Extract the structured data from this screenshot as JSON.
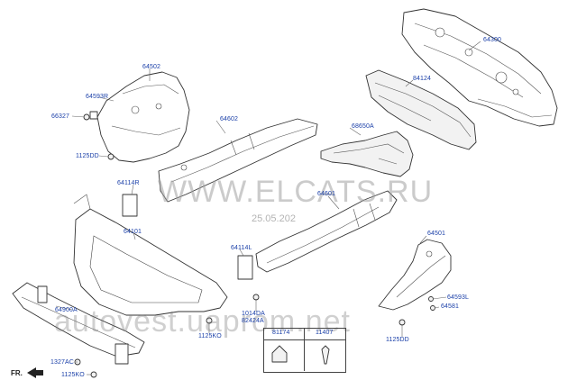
{
  "diagram": {
    "labels": {
      "p64300": "64300",
      "p84124": "84124",
      "p64502": "64502",
      "p64593R": "64593R",
      "p66327": "66327",
      "p64602": "64602",
      "p68650A": "68650A",
      "p1125DD_a": "1125DD",
      "p64114R": "64114R",
      "p64601": "64601",
      "p64101": "64101",
      "p64501": "64501",
      "p64114L": "64114L",
      "p64593L": "64593L",
      "p64581": "64581",
      "p64900A": "64900A",
      "p1014DA": "1014DA",
      "p82424A": "82424A",
      "p81174": "81174",
      "p11407": "11407",
      "p1125KO_a": "1125KO",
      "p1125DD_b": "1125DD",
      "p1327AC": "1327AC",
      "p1125KO_b": "1125KO"
    },
    "direction": "FR.",
    "watermarks": {
      "site": "WWW.ELCATS.RU",
      "date": "25.05.202",
      "overlay": "autovest.uaprom.net"
    }
  }
}
